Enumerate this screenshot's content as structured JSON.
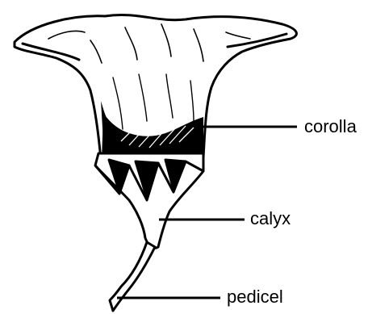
{
  "labels": {
    "corolla": "corolla",
    "calyx": "calyx",
    "pedicel": "pedicel"
  },
  "colors": {
    "ink": "#000000",
    "background": "#ffffff"
  }
}
